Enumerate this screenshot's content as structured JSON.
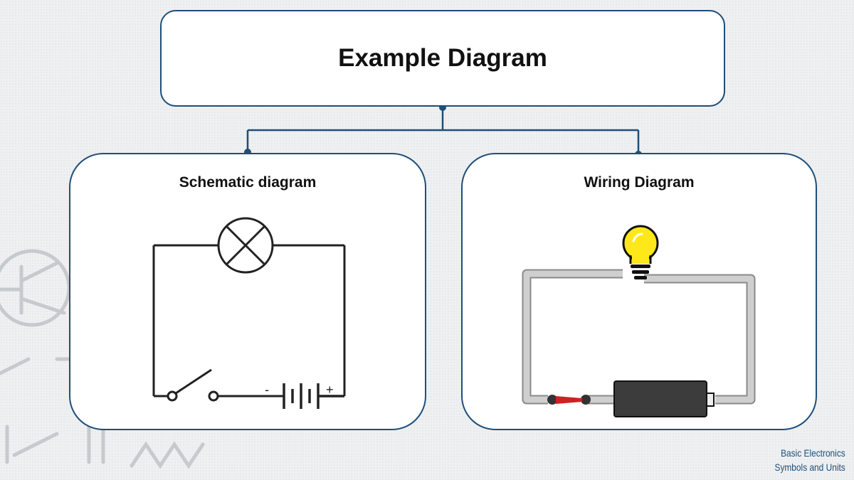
{
  "diagram": {
    "title": "Example Diagram",
    "panels": [
      {
        "title": "Schematic diagram"
      },
      {
        "title": "Wiring Diagram"
      }
    ],
    "battery_labels": {
      "minus": "-",
      "plus": "+"
    }
  },
  "footer": {
    "line1": "Basic Electronics",
    "line2": "Symbols and Units"
  },
  "colors": {
    "border": "#1f4e79",
    "wire_gray": "#c8c8c8",
    "bulb_yellow": "#ffe81a",
    "battery_dark": "#3c3c3c",
    "switch_red": "#cc2222"
  },
  "icons": [
    "lamp-symbol-icon",
    "switch-symbol-icon",
    "battery-symbol-icon",
    "light-bulb-icon",
    "battery-icon",
    "toggle-switch-icon"
  ]
}
